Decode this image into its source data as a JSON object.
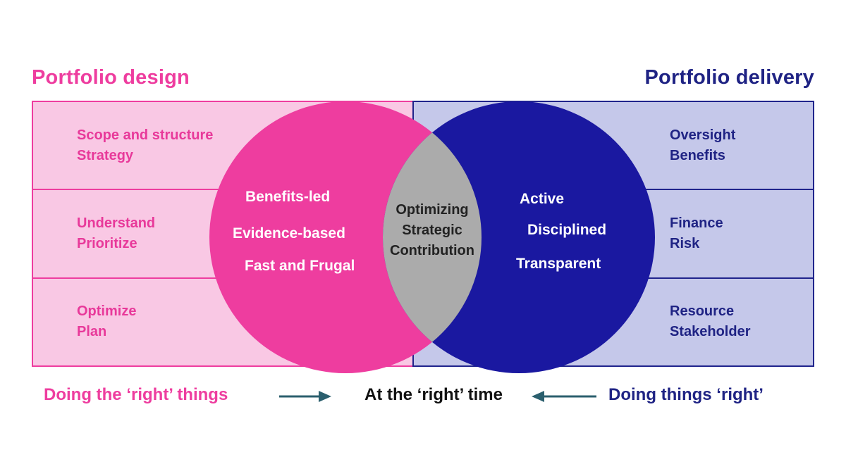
{
  "titles": {
    "left": "Portfolio design",
    "right": "Portfolio delivery"
  },
  "left_panel": {
    "rows": [
      {
        "lines": [
          "Scope and structure",
          "Strategy"
        ]
      },
      {
        "lines": [
          "Understand",
          "Prioritize"
        ]
      },
      {
        "lines": [
          "Optimize",
          "Plan"
        ]
      }
    ]
  },
  "right_panel": {
    "rows": [
      {
        "lines": [
          "Oversight",
          "Benefits"
        ]
      },
      {
        "lines": [
          "Finance",
          "Risk"
        ]
      },
      {
        "lines": [
          "Resource",
          "Stakeholder"
        ]
      }
    ]
  },
  "venn": {
    "left_circle_items": [
      "Benefits-led",
      "Evidence-based",
      "Fast and Frugal"
    ],
    "center_lines": [
      "Optimizing",
      "Strategic",
      "Contribution"
    ],
    "right_circle_items": [
      "Active",
      "Disciplined",
      "Transparent"
    ]
  },
  "footer": {
    "left": "Doing the ‘right’ things",
    "center": "At the ‘right’ time",
    "right": "Doing things ‘right’"
  },
  "colors": {
    "pink": "#ee3d9f",
    "light_pink": "#f9c8e4",
    "navy": "#1a18a0",
    "navy_outline": "#14127d",
    "light_navy": "#c5c8ea",
    "gray_overlap": "#ababab",
    "arrow": "#2b5f6e"
  }
}
